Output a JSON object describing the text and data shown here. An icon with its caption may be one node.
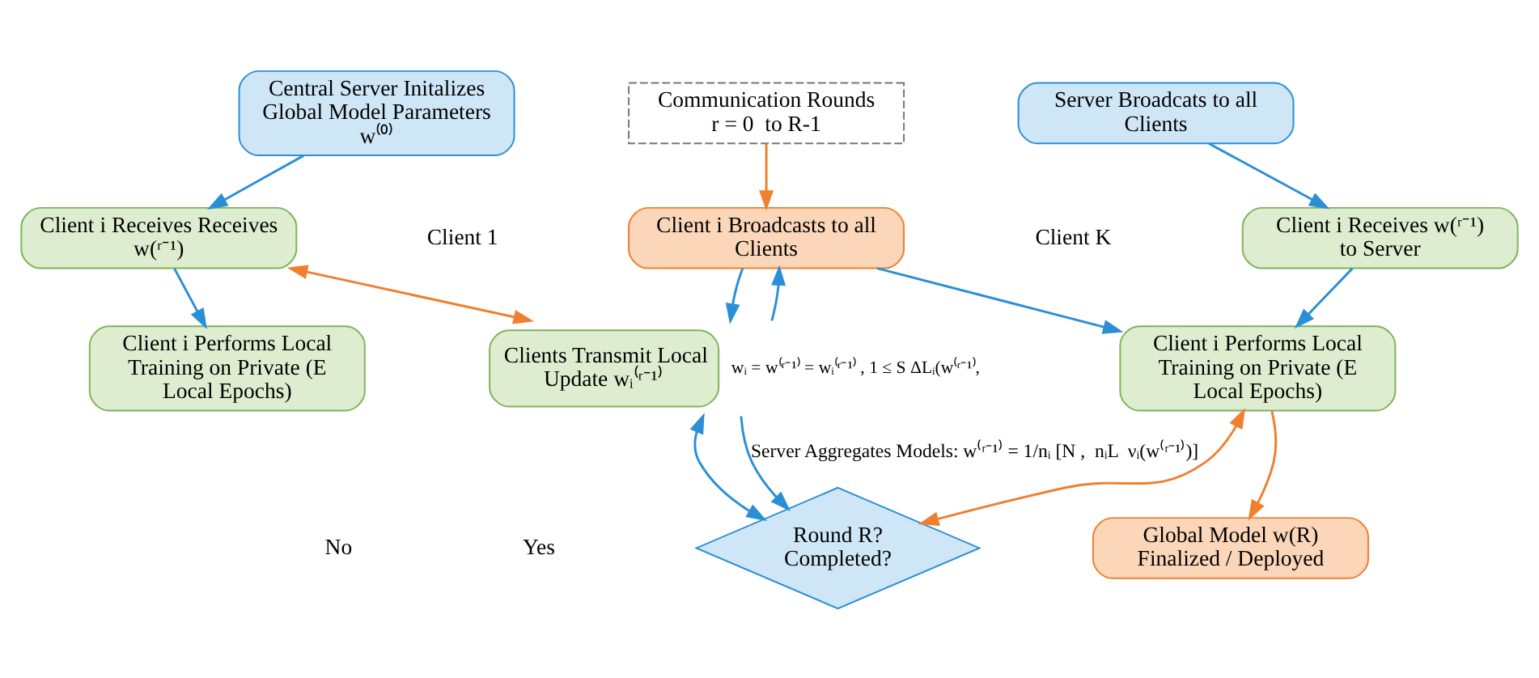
{
  "diagram": {
    "nodes": [
      {
        "text": [
          "Communication Rounds",
          "r = 0  to R-1"
        ]
      },
      {
        "text": [
          "Central Server Initalizes Global Model Parameters w⁽⁰⁾"
        ]
      },
      {
        "text": [
          "Server Broadcats to all Clients"
        ]
      },
      {
        "text": [
          "Client i Receives Receives w(ʳ⁻¹)"
        ]
      },
      {
        "text": [
          "Client i Broadcasts to all Clients"
        ]
      },
      {
        "text": [
          "Client i Receives w(ʳ⁻¹) to Server"
        ]
      },
      {
        "text": [
          "Clients Transmit Local Update wᵢ⁽ʳ⁻¹⁾"
        ],
        "beside": [
          "wᵢ = w⁽ʳ⁻¹⁾ = wᵢ⁽ʳ⁻¹⁾ , 1 ≤ S ΔLᵢ(w⁽ʳ⁻¹⁾,"
        ]
      },
      {
        "text": [
          "Client i Performs Local Training on Private (E Local Epochs)"
        ]
      },
      {
        "text": [
          "Client i Performs Local Training on Private (E Local Epochs)"
        ]
      },
      {
        "text": [
          "Round R? Completed?"
        ]
      },
      {
        "text": [
          "Global Model w(R) Finalized / Deployed"
        ]
      }
    ],
    "edges": [
      {
        "from": 1,
        "to": 3,
        "arrow": "to"
      },
      {
        "from": 0,
        "to": 4,
        "arrow": "to",
        "color": "#f07f2f"
      },
      {
        "from": 2,
        "to": 5,
        "arrow": "to"
      },
      {
        "from": 3,
        "to": 7,
        "arrow": "to"
      },
      {
        "from": 3,
        "to": 6,
        "arrow": "both",
        "color": "#f07f2f"
      },
      {
        "from": 6,
        "to": 4,
        "arrow": "to"
      },
      {
        "from": 4,
        "to": 6,
        "arrow": "to"
      },
      {
        "from": 4,
        "to": 8,
        "arrow": "to"
      },
      {
        "from": 5,
        "to": 8,
        "arrow": "to"
      },
      {
        "from": 6,
        "to": 9,
        "arrow": "both"
      },
      {
        "from": 6,
        "to": 9,
        "arrow": "to",
        "label": "Server Aggregates Models: w⁽ʳ⁻¹⁾ = 1/nᵢ [N ,  nᵢL  νᵢ(w⁽ʳ⁻¹⁾)]"
      },
      {
        "from": 8,
        "to": 9,
        "arrow": "both",
        "color": "#f07f2f"
      },
      {
        "from": 8,
        "to": 10,
        "arrow": "to",
        "color": "#f07f2f"
      }
    ],
    "labels": [
      "Client 1",
      "Client K",
      "No",
      "Yes"
    ]
  }
}
